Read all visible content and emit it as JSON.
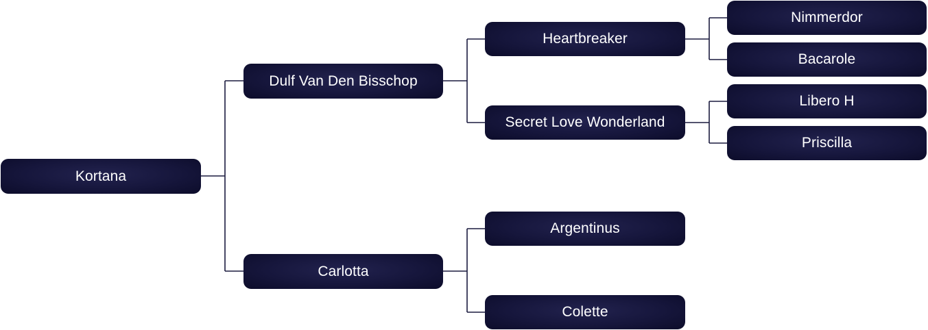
{
  "pedigree": {
    "subject": "Kortana",
    "sire": "Dulf Van Den Bisschop",
    "dam": "Carlotta",
    "sire_sire": "Heartbreaker",
    "sire_dam": "Secret Love Wonderland",
    "dam_sire": "Argentinus",
    "dam_dam": "Colette",
    "sire_sire_sire": "Nimmerdor",
    "sire_sire_dam": "Bacarole",
    "sire_dam_sire": "Libero H",
    "sire_dam_dam": "Priscilla"
  },
  "colors": {
    "node_background": "#16163c",
    "node_text": "#ffffff",
    "connector": "#1a1a3e"
  }
}
